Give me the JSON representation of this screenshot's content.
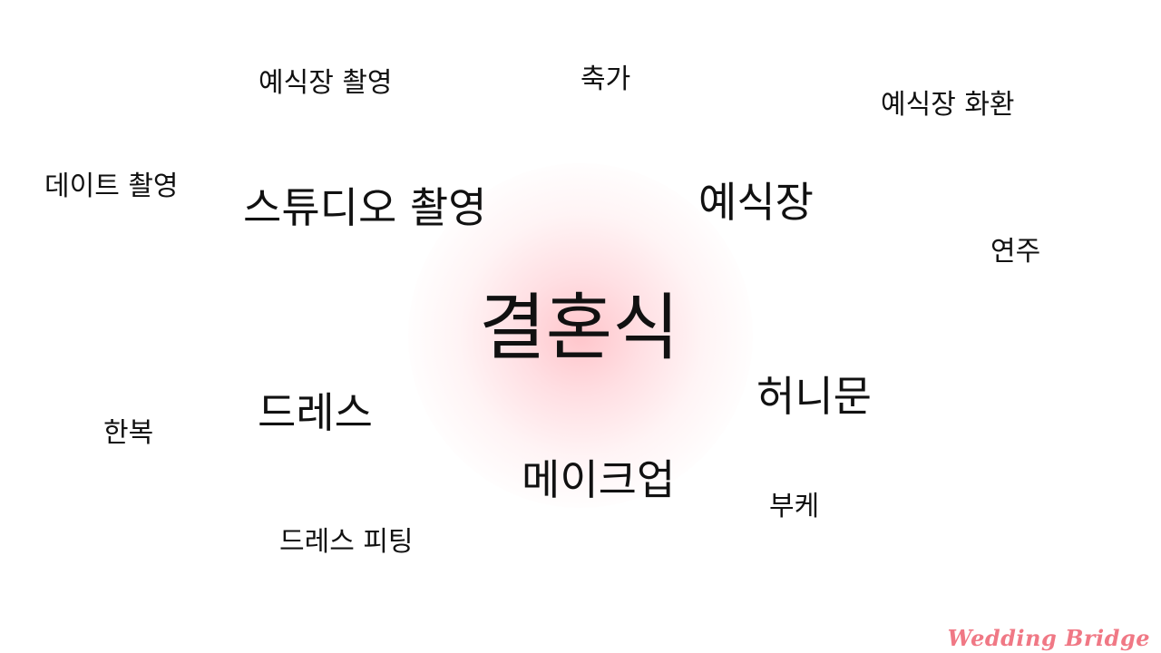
{
  "center": {
    "label": "결혼식"
  },
  "keywords": [
    {
      "id": "studio",
      "label": "스튜디오 촬영",
      "size": 46
    },
    {
      "id": "venue",
      "label": "예식장",
      "size": 46
    },
    {
      "id": "dress",
      "label": "드레스",
      "size": 46
    },
    {
      "id": "honeymoon",
      "label": "허니문",
      "size": 46
    },
    {
      "id": "makeup",
      "label": "메이크업",
      "size": 46
    },
    {
      "id": "venue-photo",
      "label": "예식장 촬영",
      "size": 30
    },
    {
      "id": "song",
      "label": "축가",
      "size": 30
    },
    {
      "id": "venue-flower",
      "label": "예식장 화환",
      "size": 30
    },
    {
      "id": "date-photo",
      "label": "데이트 촬영",
      "size": 30
    },
    {
      "id": "performance",
      "label": "연주",
      "size": 30
    },
    {
      "id": "hanbok",
      "label": "한복",
      "size": 30
    },
    {
      "id": "bouquet",
      "label": "부케",
      "size": 30
    },
    {
      "id": "dress-fitting",
      "label": "드레스 피팅",
      "size": 30
    }
  ],
  "brand": {
    "label": "Wedding Bridge",
    "color": "#f07885"
  },
  "colors": {
    "glow": "#ff96a0",
    "text": "#111111",
    "background": "#ffffff"
  }
}
